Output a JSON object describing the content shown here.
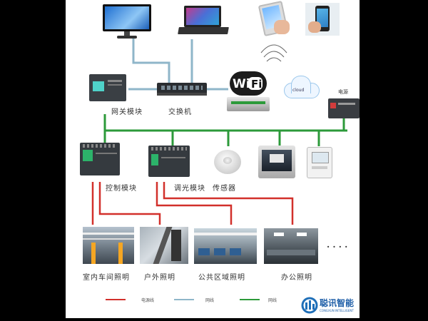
{
  "labels": {
    "gateway": "网关模块",
    "switch": "交换机",
    "power": "电源",
    "cloud": "cloud",
    "control": "控制模块",
    "dimmer": "调光模块",
    "sensor": "传感器",
    "indoor": "室内车间照明",
    "outdoor": "户外照明",
    "public": "公共区域照明",
    "office": "办公照明",
    "dots": ". . . ."
  },
  "legend": {
    "power_line": "电源线",
    "net_cable": "网线",
    "bus_line": "网线"
  },
  "brand": {
    "name": "聪讯智能",
    "sub": "CONGXUN INTELLIGENT"
  },
  "colors": {
    "power_line": "#d2302b",
    "net_cable": "#8fb6c9",
    "bus_line": "#2c9a3a"
  }
}
